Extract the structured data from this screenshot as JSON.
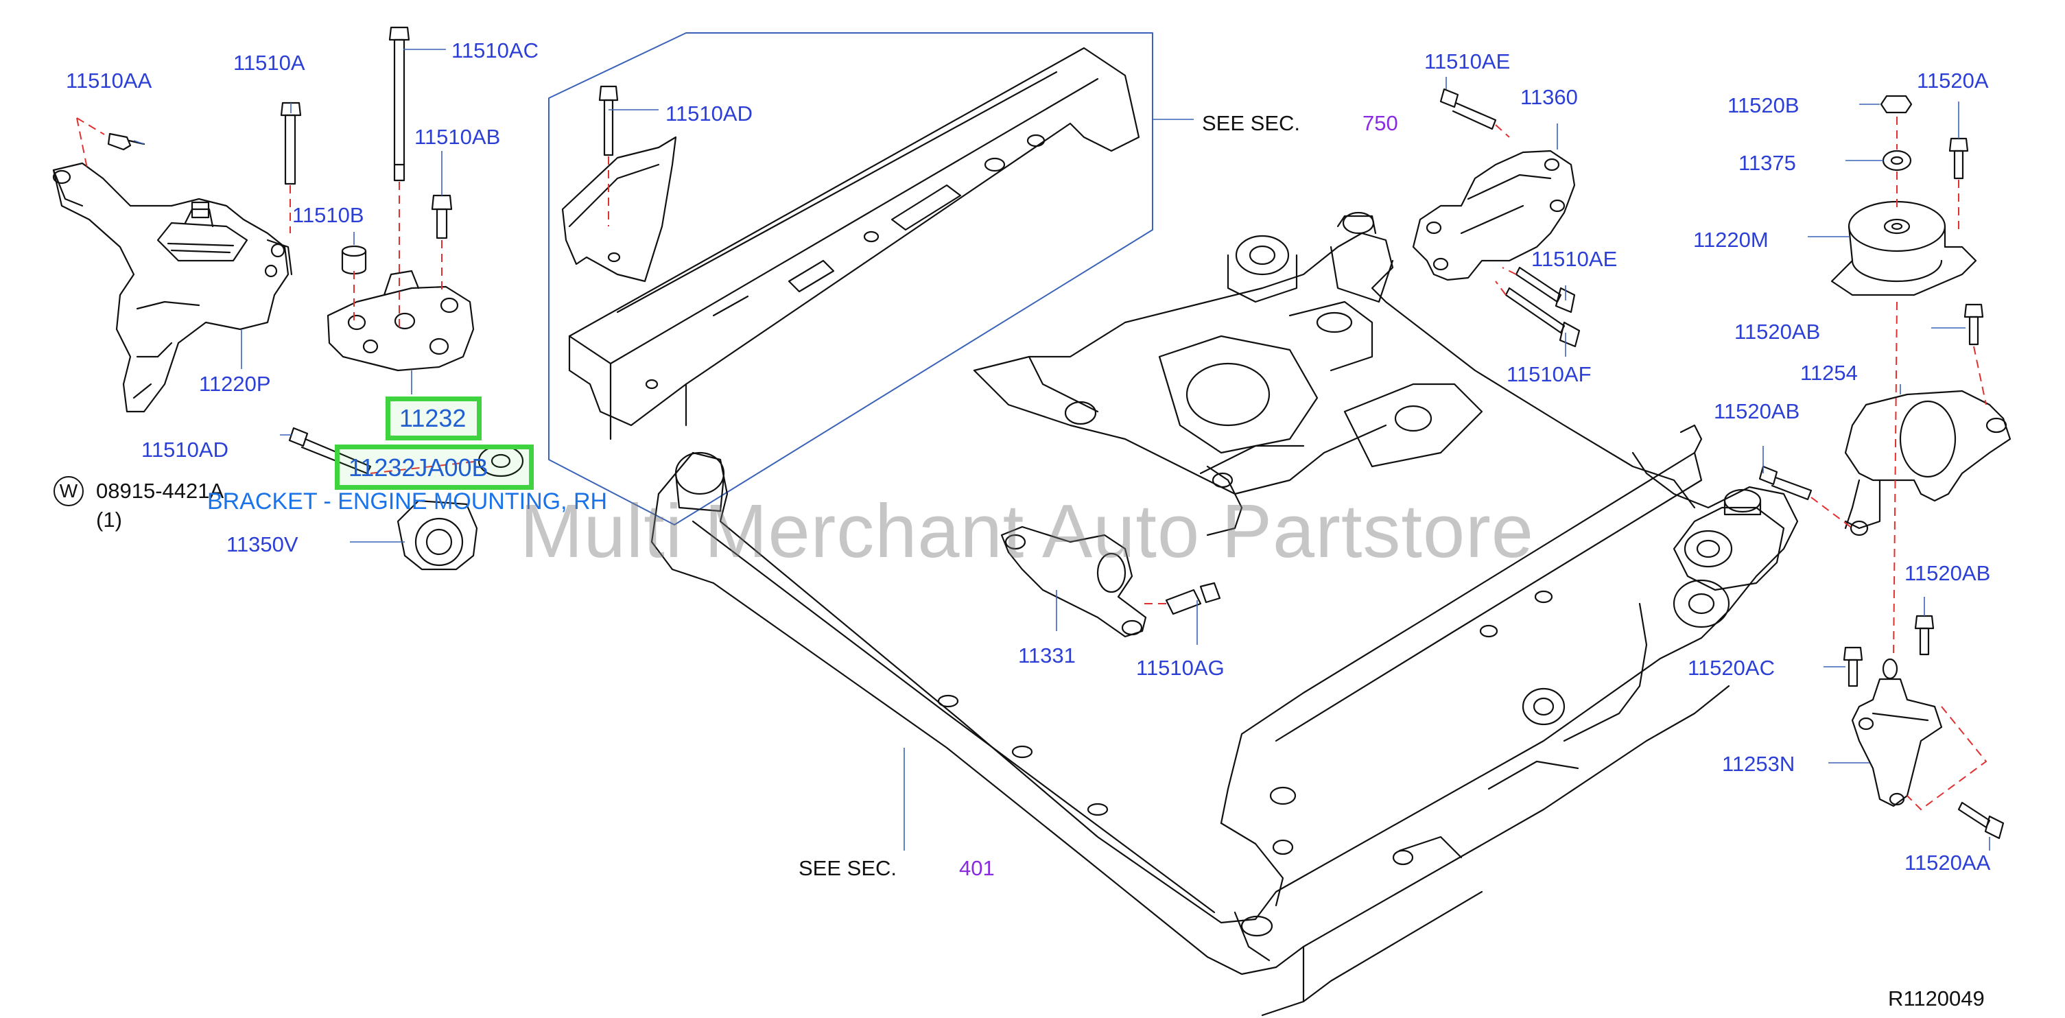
{
  "labels": {
    "p11510AA": "11510AA",
    "p11510A": "11510A",
    "p11510AC": "11510AC",
    "p11510AB": "11510AB",
    "p11510B": "11510B",
    "p11220P": "11220P",
    "p11232": "11232",
    "p11510AD_left": "11510AD",
    "p11232JA00B": "11232JA00B",
    "w_symbol": "W",
    "p08915": "08915-4421A",
    "qty": "(1)",
    "p11350V": "11350V",
    "p11510AD_top": "11510AD",
    "see_sec_top": "SEE   SEC.",
    "sec_750": "750",
    "p11510AE_top": "11510AE",
    "p11360": "11360",
    "p11510AE_mid": "11510AE",
    "p11510AF": "11510AF",
    "p11520B": "11520B",
    "p11520A": "11520A",
    "p11375": "11375",
    "p11220M": "11220M",
    "p11520AB_1": "11520AB",
    "p11254": "11254",
    "p11520AB_2": "11520AB",
    "p11520AB_3": "11520AB",
    "p11520AC": "11520AC",
    "p11253N": "11253N",
    "p11520AA": "11520AA",
    "p11331": "11331",
    "p11510AG": "11510AG",
    "see_sec_bottom": "SEE   SEC.",
    "sec_401": "401",
    "diagram_id": "R1120049"
  },
  "highlight": {
    "part_name": "BRACKET - ENGINE MOUNTING, RH"
  },
  "watermark": "Multi Merchant Auto Partstore",
  "colors": {
    "label_blue": "#2b3fd6",
    "highlight_green": "#3fd43f",
    "section_purple": "#8a2be2",
    "leader_red": "#e03030",
    "watermark_gray": "#787878"
  }
}
